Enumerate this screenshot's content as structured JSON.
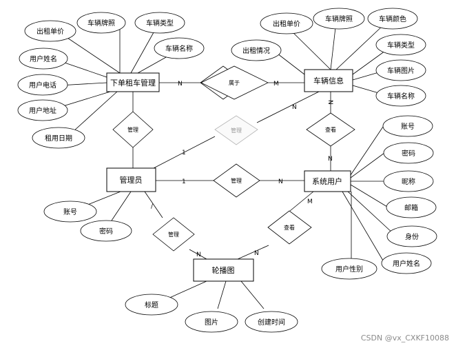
{
  "entities": {
    "order": "下单租车管理",
    "vehicle": "车辆信息",
    "admin": "管理员",
    "user": "系统用户",
    "carousel": "轮播图"
  },
  "relations": {
    "belongs": "属于",
    "manage_order": "管理",
    "manage_vehicle": "管理",
    "view_vehicle": "查看",
    "manage_user": "管理",
    "manage_carousel": "管理",
    "view_carousel": "查看"
  },
  "attributes": {
    "order": [
      "出租单价",
      "车辆牌照",
      "车辆类型",
      "车辆名称",
      "用户姓名",
      "用户电话",
      "用户地址",
      "租用日期"
    ],
    "vehicle": [
      "出租单价",
      "车辆牌照",
      "车辆颜色",
      "出租情况",
      "车辆类型",
      "车辆图片",
      "车辆名称"
    ],
    "user": [
      "账号",
      "密码",
      "昵称",
      "邮箱",
      "身份",
      "用户姓名",
      "用户性别"
    ],
    "admin": [
      "账号",
      "密码"
    ],
    "carousel": [
      "标题",
      "图片",
      "创建时间"
    ]
  },
  "cardinalities": {
    "order_belongs": "N",
    "vehicle_belongs": "M",
    "vehicle_view": "N",
    "user_view": "N",
    "admin_manage_vehicle": "1",
    "vehicle_manage_admin": "N",
    "admin_manage_user": "1",
    "user_manage_admin": "N",
    "admin_carousel": "/",
    "carousel_from_admin": "N",
    "carousel_from_user": "N",
    "user_carousel": "M"
  },
  "watermark": "CSDN @vx_CXKF10088"
}
